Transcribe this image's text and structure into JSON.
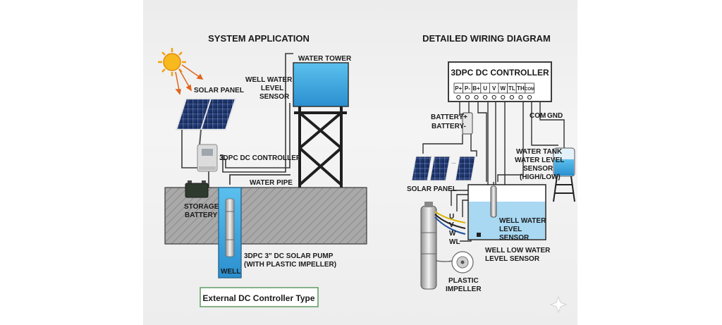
{
  "colors": {
    "water": "#3aa7de",
    "ground": "#a9a9a9",
    "ground_hatch": "#8d8d8d",
    "wire": "#333333",
    "frame": "#5e9b62"
  },
  "left": {
    "title": "SYSTEM APPLICATION",
    "solar_panel": "SOLAR PANEL",
    "controller": "3DPC DC CONTROLLER",
    "water_tower": "WATER TOWER",
    "sensor_1": "WELL WATER",
    "sensor_2": "LEVEL",
    "sensor_3": "SENSOR",
    "water_pipe": "WATER PIPE",
    "battery_1": "STORAGE",
    "battery_2": "BATTERY",
    "pump_1": "3DPC 3\" DC SOLAR PUMP",
    "pump_2": "(WITH PLASTIC IMPELLER)",
    "well": "WELL",
    "type_box": "External DC Controller Type"
  },
  "right": {
    "title": "DETAILED WIRING DIAGRAM",
    "controller_title": "3DPC DC CONTROLLER",
    "terminals": [
      "P+",
      "P-",
      "B+",
      "U",
      "V",
      "W",
      "TL",
      "TH",
      "COM"
    ],
    "battery_plus": "BATTERY+",
    "battery_minus": "BATTERY-",
    "com": "COM",
    "gnd": "GND",
    "tank_1": "WATER TANK",
    "tank_2": "WATER LEVEL",
    "tank_3": "SENSOR",
    "tank_4": "(HIGH/LOW)",
    "solar_panel": "SOLAR PANEL",
    "wire_u": "U",
    "wire_v": "V",
    "wire_w": "W",
    "wire_wl": "WL",
    "well_sensor_1": "WELL WATER",
    "well_sensor_2": "LEVEL",
    "well_sensor_3": "SENSOR",
    "low_sensor_1": "WELL LOW WATER",
    "low_sensor_2": "LEVEL SENSOR",
    "impeller_1": "PLASTIC",
    "impeller_2": "IMPELLER"
  }
}
